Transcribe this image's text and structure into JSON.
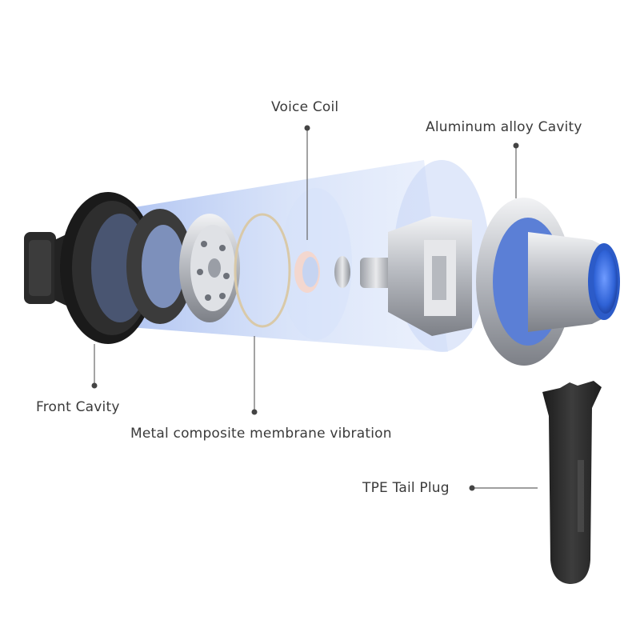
{
  "labels": {
    "voice_coil": "Voice Coil",
    "aluminum_cavity": "Aluminum alloy Cavity",
    "front_cavity": "Front Cavity",
    "membrane": "Metal composite membrane vibration",
    "tail_plug": "TPE Tail Plug"
  },
  "colors": {
    "beam": "#8fb0ee",
    "accent_blue": "#2f62d6",
    "silver": "#c8cbd0",
    "dark_rubber": "#2b2b2b",
    "label_text": "#3a3a3a",
    "leader_line": "#555555"
  }
}
